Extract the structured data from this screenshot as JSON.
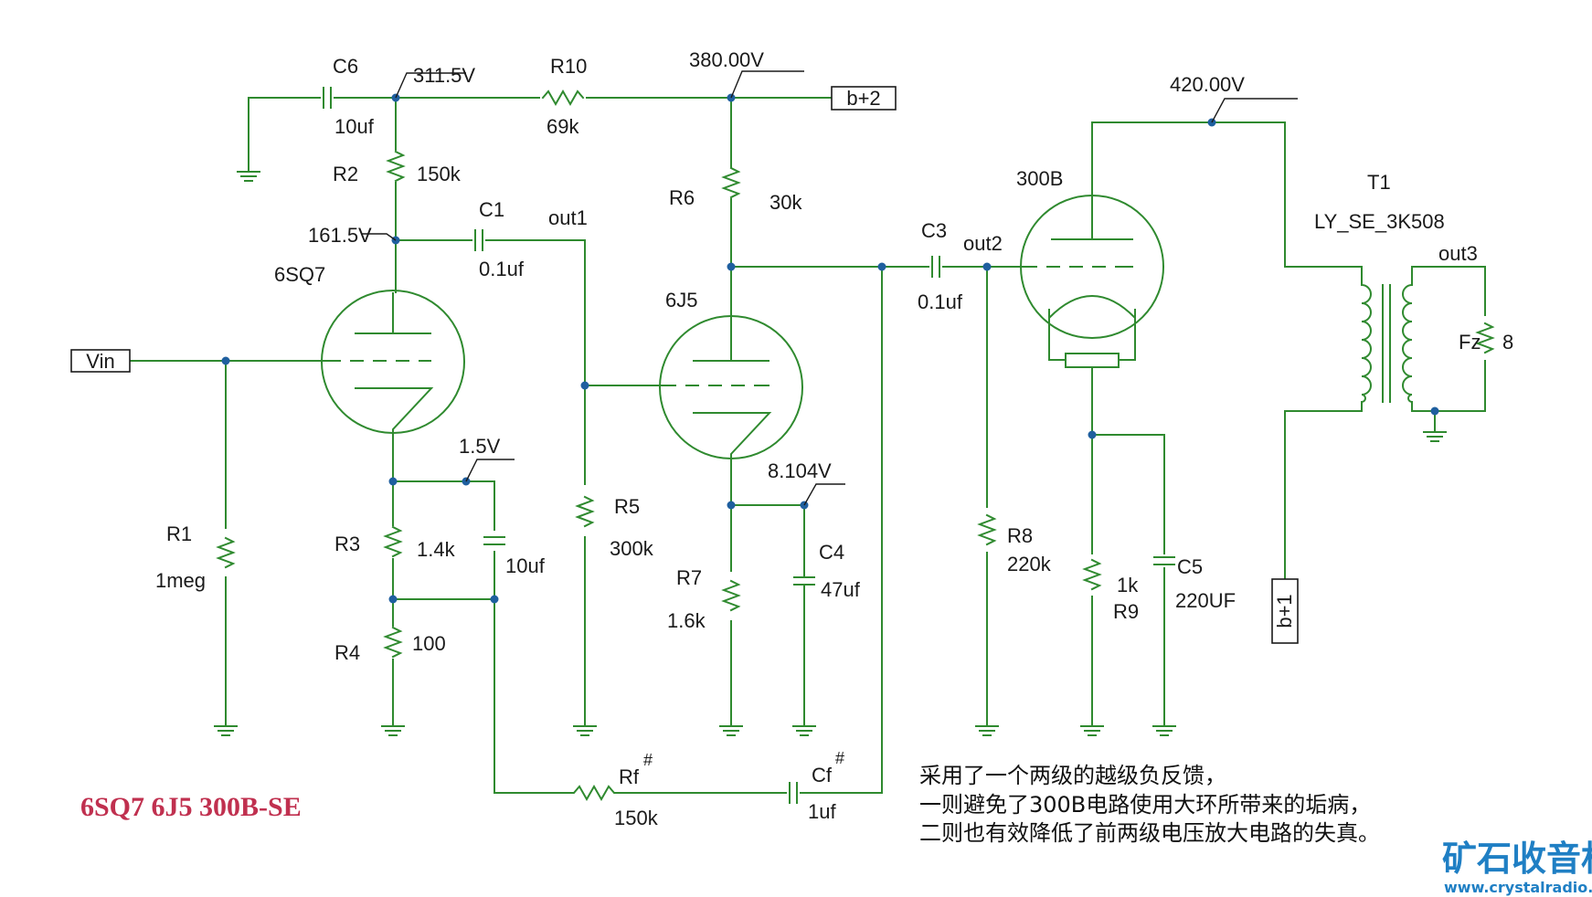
{
  "title": "6SQ7 6J5 300B-SE",
  "notes": [
    "采用了一个两级的越级负反馈，",
    "一则避免了300B电路使用大环所带来的垢病，",
    "二则也有效降低了前两级电压放大电路的失真。"
  ],
  "watermark": {
    "brand": "矿石收音机",
    "url": "www.crystalradio.cn"
  },
  "ports": {
    "vin": "Vin",
    "b2": "b+2",
    "b1": "b+1"
  },
  "tubes": {
    "v1": "6SQ7",
    "v2": "6J5",
    "v3": "300B"
  },
  "voltages": {
    "v311": "311.5V",
    "v380": "380.00V",
    "v161": "161.5V",
    "v15": "1.5V",
    "v8104": "8.104V",
    "v420": "420.00V"
  },
  "components": {
    "c6": {
      "ref": "C6",
      "value": "10uf"
    },
    "r10": {
      "ref": "R10",
      "value": "69k"
    },
    "r2": {
      "ref": "R2",
      "value": "150k"
    },
    "c1": {
      "ref": "C1",
      "value": "0.1uf"
    },
    "r6": {
      "ref": "R6",
      "value": "30k"
    },
    "c3": {
      "ref": "C3",
      "value": "0.1uf"
    },
    "r1": {
      "ref": "R1",
      "value": "1meg"
    },
    "r3": {
      "ref": "R3",
      "value": "1.4k"
    },
    "c2": {
      "value": "10uf"
    },
    "r4": {
      "ref": "R4",
      "value": "100"
    },
    "r5": {
      "ref": "R5",
      "value": "300k"
    },
    "r7": {
      "ref": "R7",
      "value": "1.6k"
    },
    "c4": {
      "ref": "C4",
      "value": "47uf"
    },
    "r8": {
      "ref": "R8",
      "value": "220k"
    },
    "r9": {
      "ref": "R9",
      "value": "1k"
    },
    "c5": {
      "ref": "C5",
      "value": "220UF"
    },
    "rf": {
      "ref": "Rf",
      "mark": "#",
      "value": "150k"
    },
    "cf": {
      "ref": "Cf",
      "mark": "#",
      "value": "1uf"
    },
    "t1": {
      "ref": "T1",
      "value": "LY_SE_3K508"
    },
    "fz": {
      "ref": "Fz",
      "value": "8"
    }
  },
  "nets": {
    "out1": "out1",
    "out2": "out2",
    "out3": "out3"
  }
}
